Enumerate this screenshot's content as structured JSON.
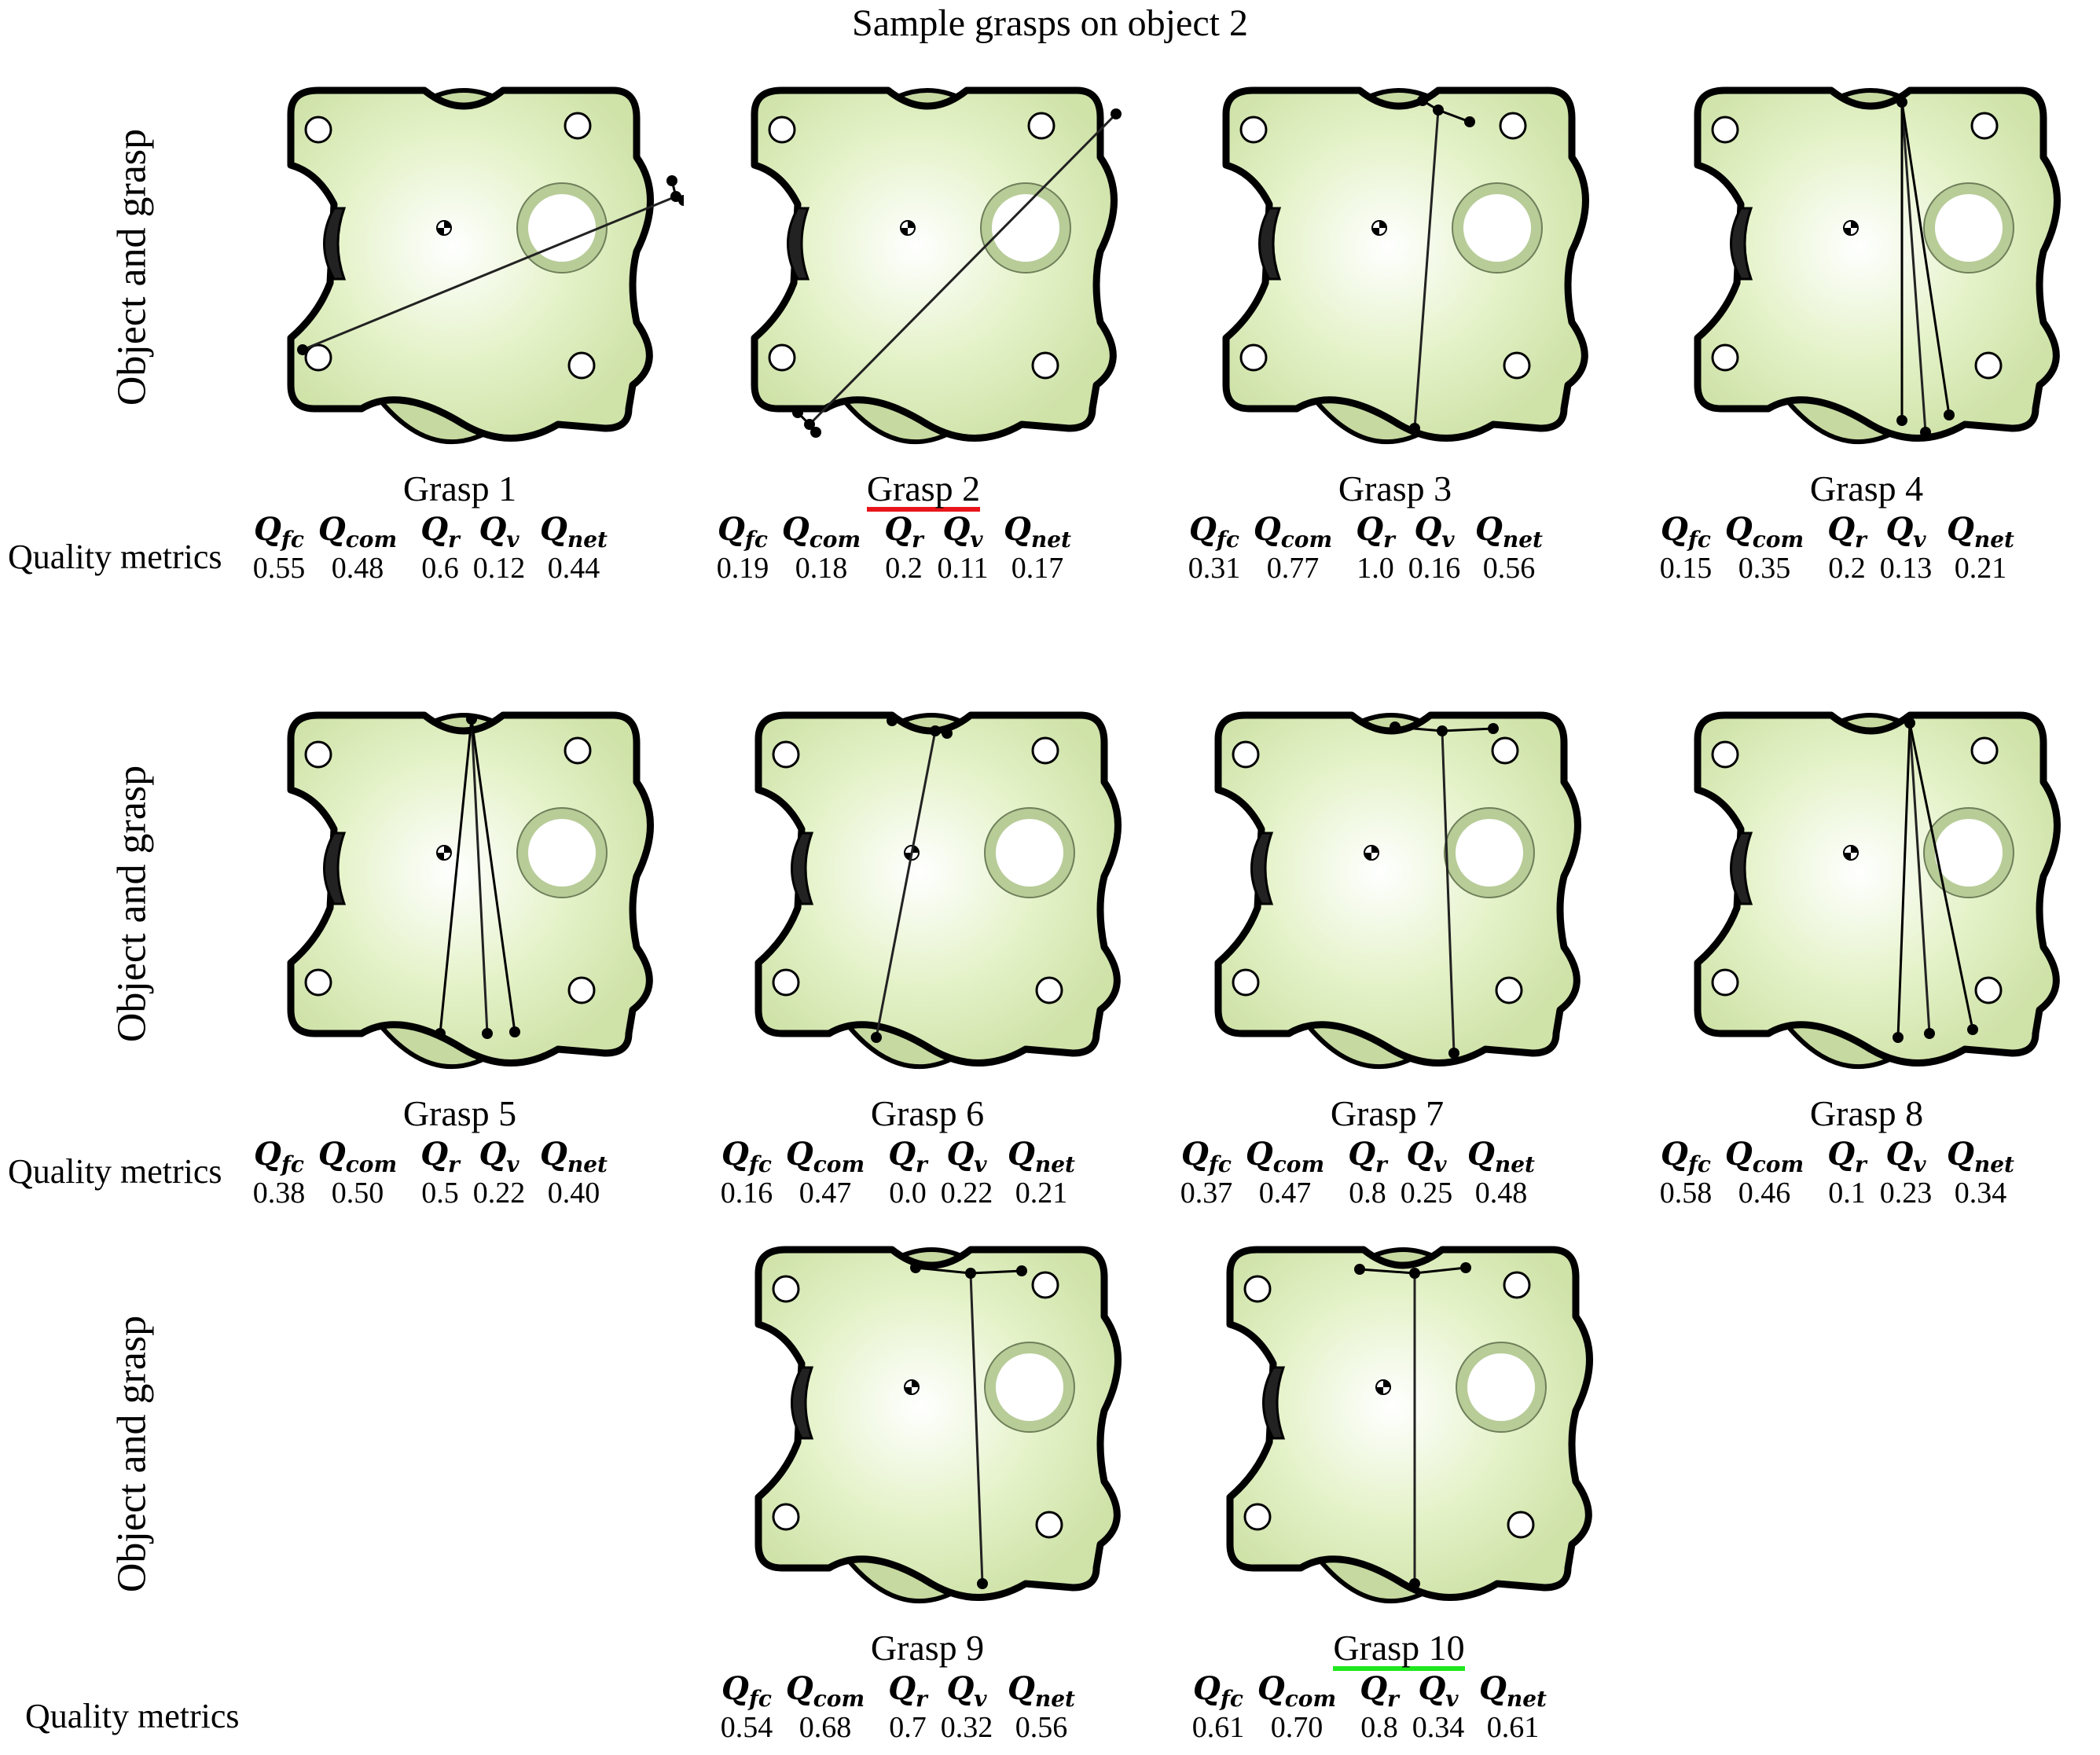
{
  "title": "Sample grasps on object 2",
  "row_label": "Object and grasp",
  "metrics_label": "Quality metrics",
  "metric_names": [
    {
      "sym": "Q",
      "sub": "fc"
    },
    {
      "sym": "Q",
      "sub": "com"
    },
    {
      "sym": "Q",
      "sub": "r"
    },
    {
      "sym": "Q",
      "sub": "v"
    },
    {
      "sym": "Q",
      "sub": "net"
    }
  ],
  "colors": {
    "object_fill": "#e4f2c8",
    "object_rim": "#b8cc98",
    "outline": "#000000",
    "highlight_worst": "#e8141a",
    "highlight_best": "#1ee81e"
  },
  "grasps": [
    {
      "label": "Grasp 1",
      "values": [
        "0.55",
        "0.48",
        "0.6",
        "0.12",
        "0.44"
      ],
      "highlight": ""
    },
    {
      "label": "Grasp 2",
      "values": [
        "0.19",
        "0.18",
        "0.2",
        "0.11",
        "0.17"
      ],
      "highlight": "red"
    },
    {
      "label": "Grasp 3",
      "values": [
        "0.31",
        "0.77",
        "1.0",
        "0.16",
        "0.56"
      ],
      "highlight": ""
    },
    {
      "label": "Grasp 4",
      "values": [
        "0.15",
        "0.35",
        "0.2",
        "0.13",
        "0.21"
      ],
      "highlight": ""
    },
    {
      "label": "Grasp 5",
      "values": [
        "0.38",
        "0.50",
        "0.5",
        "0.22",
        "0.40"
      ],
      "highlight": ""
    },
    {
      "label": "Grasp 6",
      "values": [
        "0.16",
        "0.47",
        "0.0",
        "0.22",
        "0.21"
      ],
      "highlight": ""
    },
    {
      "label": "Grasp 7",
      "values": [
        "0.37",
        "0.47",
        "0.8",
        "0.25",
        "0.48"
      ],
      "highlight": ""
    },
    {
      "label": "Grasp 8",
      "values": [
        "0.58",
        "0.46",
        "0.1",
        "0.23",
        "0.34"
      ],
      "highlight": ""
    },
    {
      "label": "Grasp 9",
      "values": [
        "0.54",
        "0.68",
        "0.7",
        "0.32",
        "0.56"
      ],
      "highlight": ""
    },
    {
      "label": "Grasp 10",
      "values": [
        "0.61",
        "0.70",
        "0.8",
        "0.34",
        "0.61"
      ],
      "highlight": "green"
    }
  ]
}
